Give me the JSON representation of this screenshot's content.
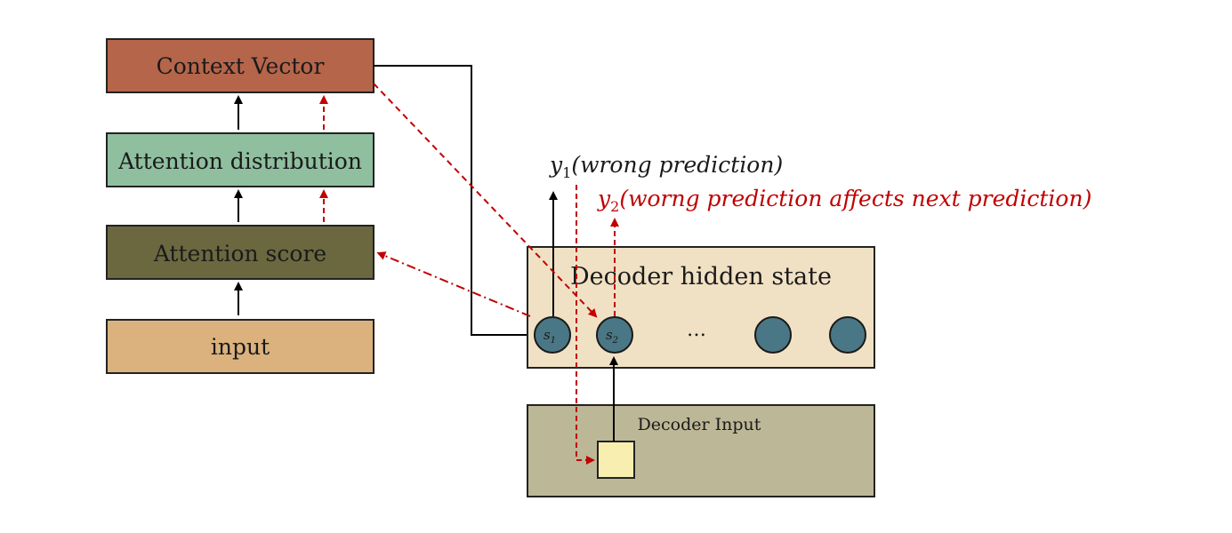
{
  "boxes": {
    "context_vector": "Context Vector",
    "attention_distribution": "Attention distribution",
    "attention_score": "Attention score",
    "input": "input",
    "decoder_hidden_state": "Decoder hidden state",
    "decoder_input": "Decoder Input"
  },
  "nodes": {
    "s1_base": "s",
    "s1_sub": "1",
    "s2_base": "s",
    "s2_sub": "2",
    "ellipsis": "…"
  },
  "outputs": {
    "y1_base": "y",
    "y1_sub": "1",
    "y1_text": "(wrong prediction)",
    "y2_base": "y",
    "y2_sub": "2",
    "y2_text": "(worng prediction affects next prediction)"
  },
  "colors": {
    "context_vector": "#b5654a",
    "attention_distribution": "#8fbf9f",
    "attention_score": "#6b6840",
    "input": "#dbb27e",
    "decoder_hidden_state": "#f1e1c4",
    "decoder_input": "#bcb796",
    "token_box": "#f7eeb0",
    "node": "#4a7785",
    "red": "#c00000"
  }
}
